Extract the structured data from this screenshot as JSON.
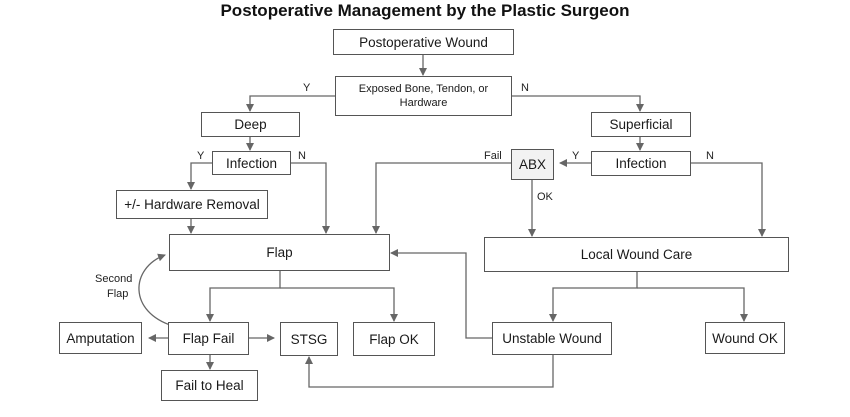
{
  "title": "Postoperative Management by the Plastic Surgeon",
  "nodes": {
    "postop": "Postoperative Wound",
    "exposed_line1": "Exposed Bone, Tendon, or",
    "exposed_line2": "Hardware",
    "deep": "Deep",
    "superficial": "Superficial",
    "infection_left": "Infection",
    "infection_right": "Infection",
    "abx": "ABX",
    "hardware_removal": "+/- Hardware Removal",
    "flap": "Flap",
    "local_care": "Local Wound Care",
    "amputation": "Amputation",
    "flap_fail": "Flap Fail",
    "stsg": "STSG",
    "flap_ok": "Flap OK",
    "unstable": "Unstable Wound",
    "wound_ok": "Wound OK",
    "fail_heal": "Fail to Heal"
  },
  "labels": {
    "y_exposed": "Y",
    "n_exposed": "N",
    "y_inf_left": "Y",
    "n_inf_left": "N",
    "y_inf_right": "Y",
    "n_inf_right": "N",
    "fail": "Fail",
    "ok": "OK",
    "second_flap_line1": "Second",
    "second_flap_line2": "Flap"
  },
  "colors": {
    "line": "#666666",
    "border": "#555555"
  }
}
